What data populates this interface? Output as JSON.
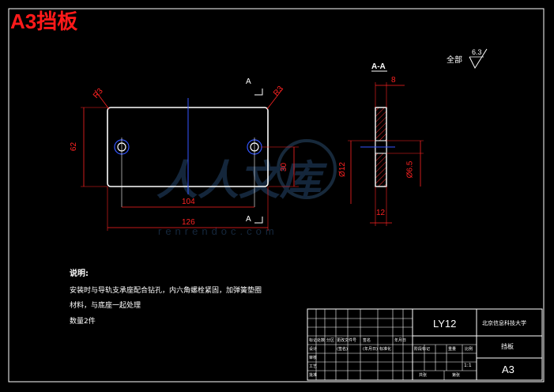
{
  "title": "A3挡板",
  "section_label": "A-A",
  "section_mark_top": "A",
  "section_mark_bottom": "A",
  "roughness": {
    "prefix": "全部",
    "value": "6.3"
  },
  "dims": {
    "r3_left": "R3",
    "r3_right": "R3",
    "height_62": "62",
    "width_104": "104",
    "width_126": "126",
    "height_30": "30",
    "thick_8": "8",
    "dia_12": "Ø12",
    "dia_6_5": "Ø6.5",
    "dim_12": "12"
  },
  "notes": {
    "heading": "说明:",
    "line1": "安装时与导轨支承座配合钻孔，内六角螺栓紧固，加弹簧垫圈",
    "line2": "材料，与底座一起处理",
    "line3": "数量2件"
  },
  "title_block": {
    "part_code": "LY12",
    "school": "北京信息科技大学",
    "part_name": "挡板",
    "sheet_size": "A3",
    "scale": "1:1",
    "small_labels": [
      "标记",
      "处数",
      "分区",
      "更改文件号",
      "签名",
      "年月日",
      "设计",
      "(签名)",
      "(年月日)",
      "标准化",
      "阶段标记",
      "重量",
      "比例",
      "审核",
      "工艺",
      "批准",
      "共张",
      "第张"
    ]
  },
  "watermark": {
    "main": "人人文库",
    "url": "renrendoc.com"
  },
  "colors": {
    "background": "#000000",
    "outline": "#ffffff",
    "dimension": "#ff2222",
    "centerline": "#3355ff",
    "hatch": "#ff3333",
    "title": "#ff1a1a"
  }
}
